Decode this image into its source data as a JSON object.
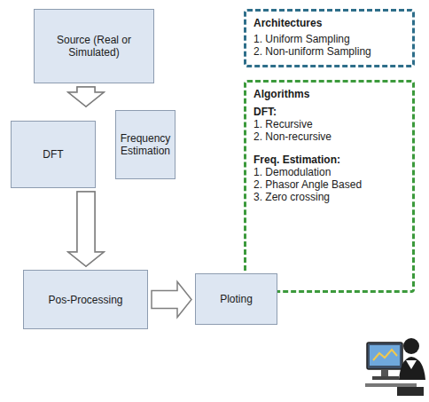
{
  "diagram": {
    "nodes": [
      {
        "text": [
          "Source (Real or Simulated)"
        ]
      },
      {
        "text": [
          "Architectures",
          "1. Uniform Sampling",
          "2. Non-uniform Sampling"
        ]
      },
      {
        "text": [
          "DFT"
        ]
      },
      {
        "text": [
          "Frequency Estimation"
        ]
      },
      {
        "text": [
          "Algorithms",
          "DFT:",
          "1. Recursive",
          "2. Non-recursive",
          "Freq. Estimation:",
          "1. Demodulation",
          "2. Phasor Angle Based",
          "3. Zero crossing"
        ]
      },
      {
        "text": [
          "Pos-Processing"
        ]
      },
      {
        "text": [
          "Ploting"
        ]
      }
    ],
    "edges": [
      {
        "from": 0,
        "to": 2,
        "arrow": "to"
      },
      {
        "from": 0,
        "to": 3,
        "arrow": "to"
      },
      {
        "from": 2,
        "to": 5,
        "arrow": "to"
      },
      {
        "from": 3,
        "to": 5,
        "arrow": "to"
      },
      {
        "from": 5,
        "to": 6,
        "arrow": "to"
      }
    ]
  }
}
